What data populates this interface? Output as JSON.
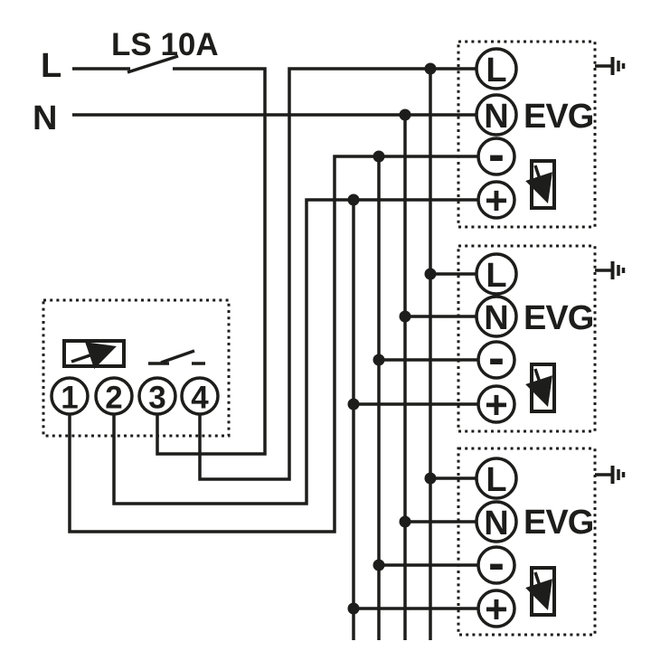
{
  "diagram": {
    "type": "wiring-diagram",
    "description": "Mains supply via miniature circuit breaker feeding three EVG electronic ballasts, with a 1-10V dimmer control unit (terminals 1-4)",
    "supply": {
      "line_label": "L",
      "neutral_label": "N",
      "breaker_label": "LS 10A"
    },
    "controller": {
      "terminal_labels": [
        "1",
        "2",
        "3",
        "4"
      ],
      "symbols": [
        "potentiometer-icon",
        "switch-contact-icon"
      ]
    },
    "ballasts": [
      {
        "label": "EVG",
        "terminals": {
          "line": "L",
          "neutral": "N",
          "minus": "-",
          "plus": "+"
        },
        "earth": true,
        "lamp": true
      },
      {
        "label": "EVG",
        "terminals": {
          "line": "L",
          "neutral": "N",
          "minus": "-",
          "plus": "+"
        },
        "earth": true,
        "lamp": true
      },
      {
        "label": "EVG",
        "terminals": {
          "line": "L",
          "neutral": "N",
          "minus": "-",
          "plus": "+"
        },
        "earth": true,
        "lamp": true
      }
    ],
    "colors": {
      "ink": "#1d1d1b",
      "background": "#ffffff"
    }
  }
}
